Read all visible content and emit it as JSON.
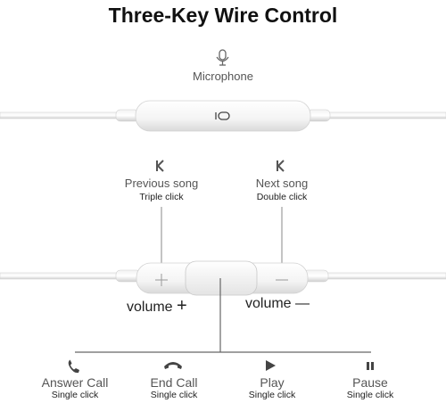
{
  "title": "Three-Key Wire Control",
  "microphone": {
    "label": "Microphone",
    "icon": "microphone-icon"
  },
  "previous_song": {
    "label": "Previous song",
    "action": "Triple click",
    "icon": "previous-k-icon"
  },
  "next_song": {
    "label": "Next song",
    "action": "Double click",
    "icon": "next-k-icon"
  },
  "volume_up": {
    "label": "volume",
    "symbol": "+"
  },
  "volume_down": {
    "label": "volume",
    "symbol": "—"
  },
  "actions": [
    {
      "label": "Answer Call",
      "action": "Single click",
      "icon": "phone-icon"
    },
    {
      "label": "End Call",
      "action": "Single click",
      "icon": "end-call-icon"
    },
    {
      "label": "Play",
      "action": "Single click",
      "icon": "play-icon"
    },
    {
      "label": "Pause",
      "action": "Single click",
      "icon": "pause-icon"
    }
  ]
}
